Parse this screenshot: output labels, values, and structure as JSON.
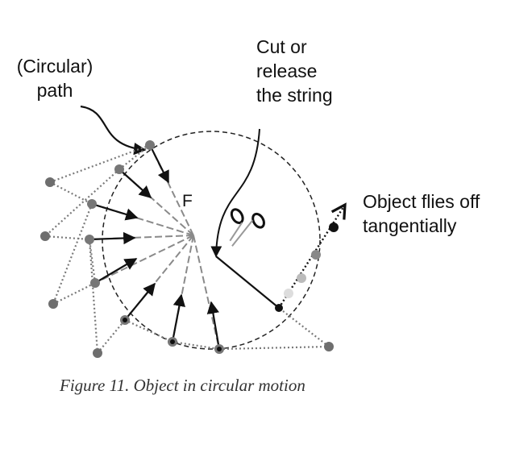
{
  "labels": {
    "path_line1": "(Circular)",
    "path_line2": "path",
    "cut_line1": "Cut or",
    "cut_line2": "release",
    "cut_line3": "the string",
    "force": "F",
    "flies_line1": "Object flies off",
    "flies_line2": "tangentially"
  },
  "caption": "Figure 11. Object in circular motion",
  "colors": {
    "ink": "#111111",
    "object_gray": "#777777",
    "string_dashes": "#8a8a8a",
    "path_dots": "#7a7a7a"
  },
  "icons": {
    "cut_tool": "scissors-icon"
  }
}
